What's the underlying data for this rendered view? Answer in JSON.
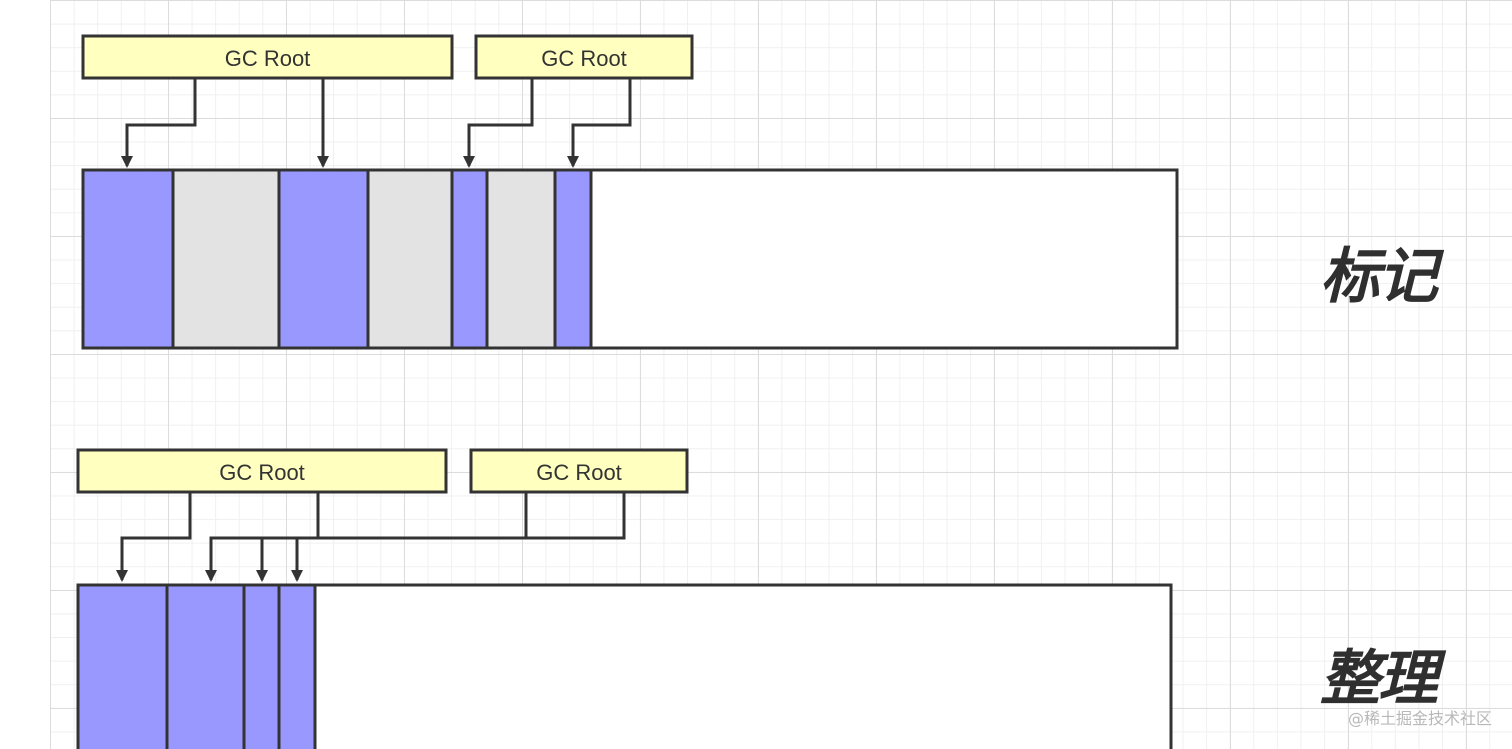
{
  "colors": {
    "live_object": "#9898ff",
    "dead_object": "#e3e3e3",
    "free_space": "#ffffff",
    "gc_root_fill": "#ffffc0",
    "stroke": "#333333"
  },
  "phases": [
    {
      "label": "标记",
      "roots": [
        "GC Root",
        "GC Root"
      ],
      "blocks": [
        "live",
        "dead",
        "live",
        "dead",
        "live",
        "dead",
        "live",
        "free"
      ]
    },
    {
      "label": "整理",
      "roots": [
        "GC Root",
        "GC Root"
      ],
      "blocks": [
        "live",
        "live",
        "live",
        "live",
        "free"
      ]
    }
  ],
  "watermark": "@稀土掘金技术社区"
}
